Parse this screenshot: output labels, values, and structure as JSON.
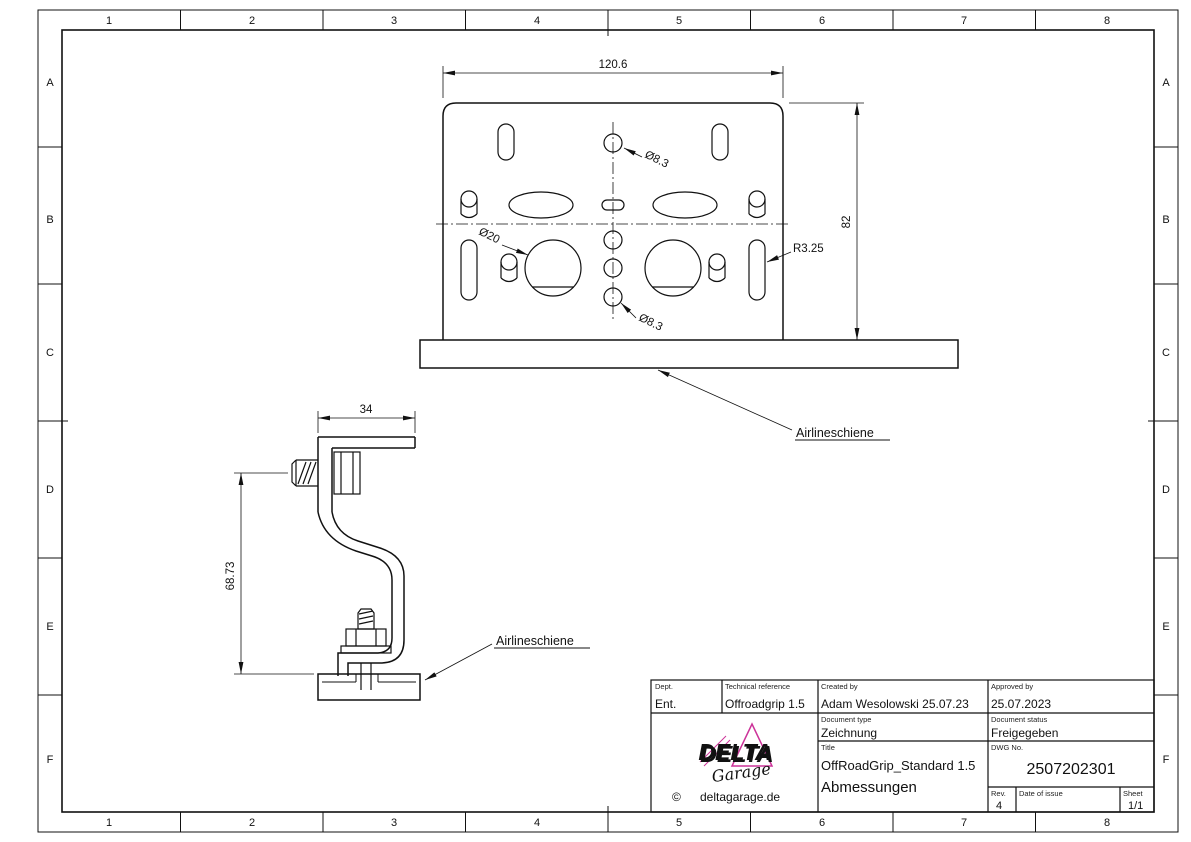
{
  "frame": {
    "columns": [
      "1",
      "2",
      "3",
      "4",
      "5",
      "6",
      "7",
      "8"
    ],
    "rows": [
      "A",
      "B",
      "C",
      "D",
      "E",
      "F"
    ]
  },
  "top_view": {
    "dim_overall_width": "120.6",
    "dim_overall_height": "82",
    "dim_hole_top": "Ø8.3",
    "dim_hole_large": "Ø20",
    "dim_slot_radius": "R3.25",
    "dim_hole_bottom": "Ø8.3",
    "rail_label": "Airlineschiene"
  },
  "side_view": {
    "dim_depth": "34",
    "dim_height": "68.73",
    "rail_label": "Airlineschiene"
  },
  "title_block": {
    "dept_label": "Dept.",
    "dept_value": "Ent.",
    "tech_ref_label": "Technical reference",
    "tech_ref_value": "Offroadgrip 1.5",
    "created_by_label": "Created by",
    "created_by_value": "Adam Wesolowski 25.07.23",
    "approved_by_label": "Approved by",
    "approved_by_value": "25.07.2023",
    "doc_type_label": "Document type",
    "doc_type_value": "Zeichnung",
    "doc_status_label": "Document status",
    "doc_status_value": "Freigegeben",
    "title_label": "Title",
    "title_line1": "OffRoadGrip_Standard 1.5",
    "title_line2": "Abmessungen",
    "dwg_label": "DWG No.",
    "dwg_value": "2507202301",
    "rev_label": "Rev.",
    "rev_value": "4",
    "date_label": "Date of issue",
    "sheet_label": "Sheet",
    "sheet_value": "1/1",
    "copyright": "©",
    "website": "deltagarage.de",
    "logo_delta": "DELTA",
    "logo_garage": "Garage",
    "logo_blue": "#2020bb",
    "logo_pink": "#cc3399"
  }
}
